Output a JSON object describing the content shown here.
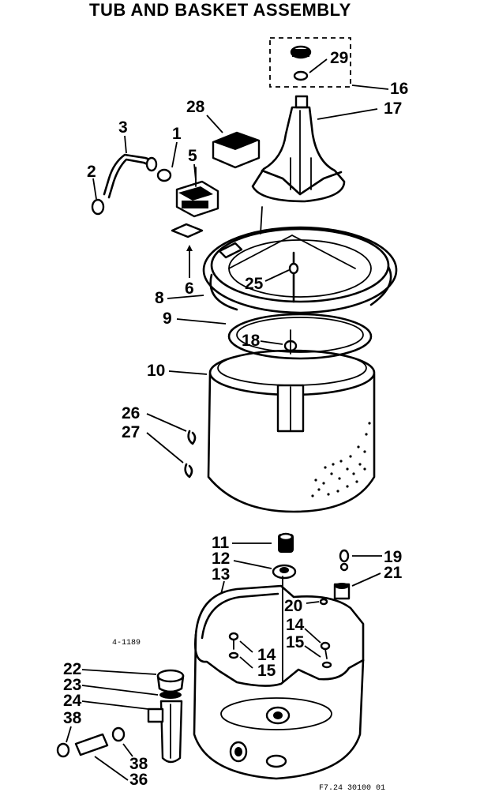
{
  "title": "TUB AND BASKET ASSEMBLY",
  "callouts": {
    "c1": "1",
    "c2": "2",
    "c3": "3",
    "c5": "5",
    "c6": "6",
    "c8": "8",
    "c9": "9",
    "c10": "10",
    "c11": "11",
    "c12": "12",
    "c13": "13",
    "c14a": "14",
    "c14b": "14",
    "c15a": "15",
    "c15b": "15",
    "c16": "16",
    "c17": "17",
    "c18": "18",
    "c19": "19",
    "c20": "20",
    "c21": "21",
    "c22": "22",
    "c23": "23",
    "c24": "24",
    "c25": "25",
    "c26": "26",
    "c27": "27",
    "c28": "28",
    "c29": "29",
    "c36": "36",
    "c38a": "38",
    "c38b": "38"
  },
  "annotations": {
    "small_mark": "4-1189",
    "footer_code": "F7.24 30100   01"
  }
}
